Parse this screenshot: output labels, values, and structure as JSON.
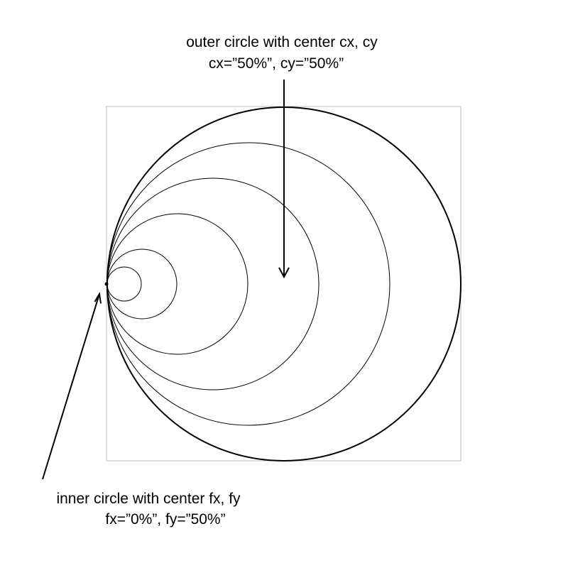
{
  "outer_label": {
    "line1": "outer circle with center cx, cy",
    "line2": "cx=”50%”, cy=”50%”"
  },
  "inner_label": {
    "line1": "inner circle with center fx, fy",
    "line2": "fx=”0%”, fy=”50%”"
  },
  "colors": {
    "stroke": "#000000",
    "box": "#bbbbbb",
    "background": "#ffffff"
  }
}
